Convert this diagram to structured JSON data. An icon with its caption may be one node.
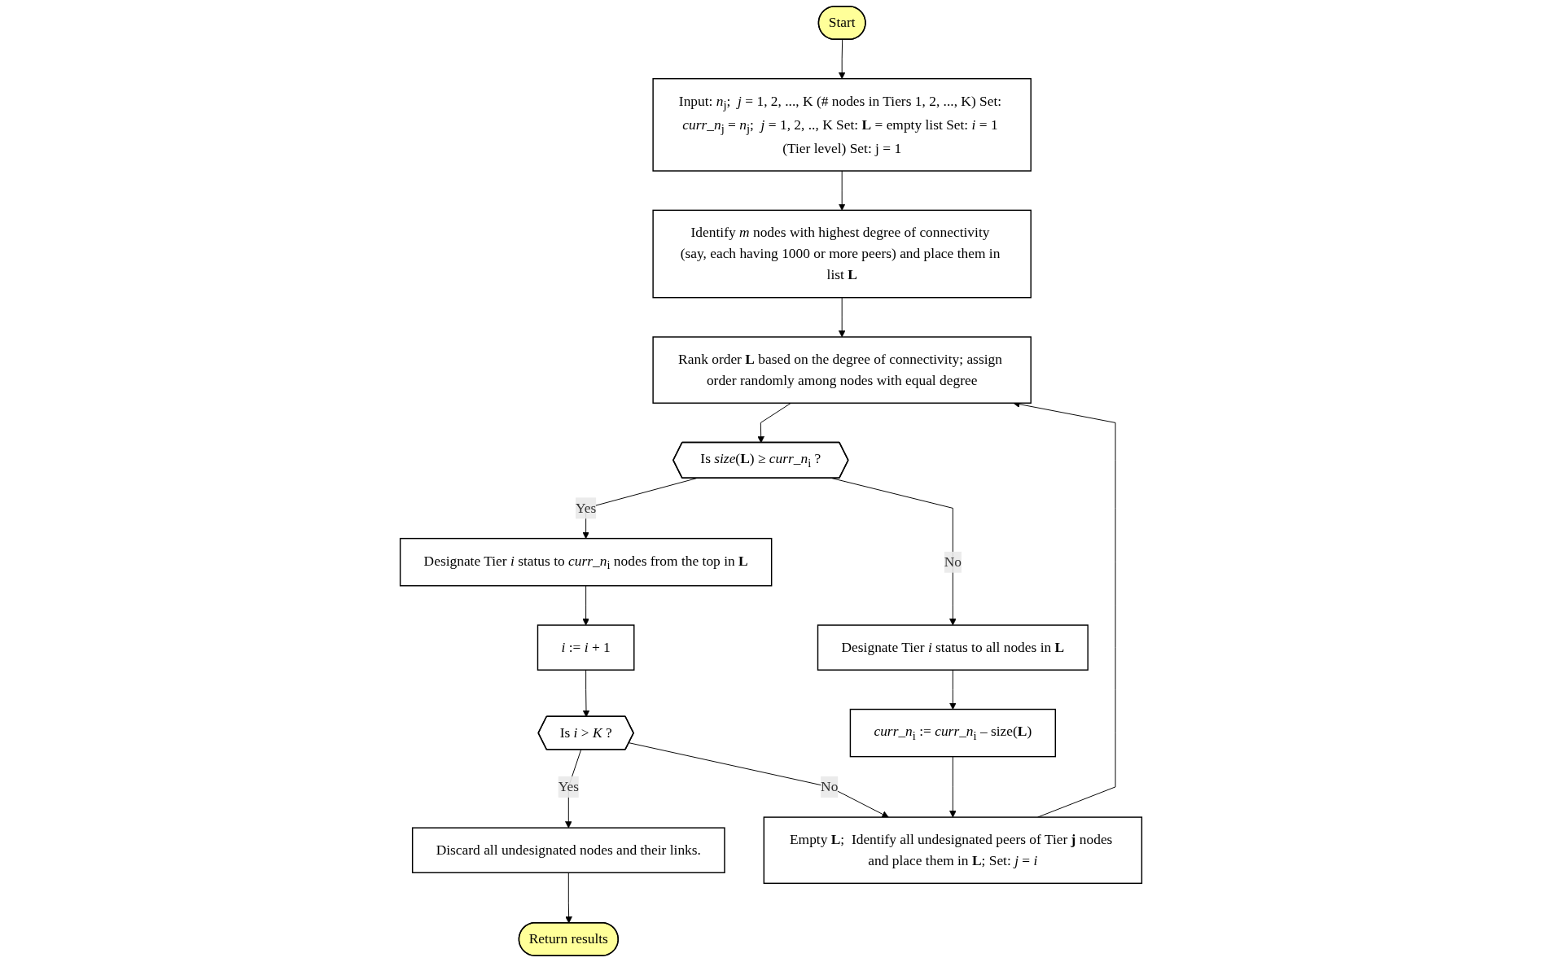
{
  "diagram": {
    "nodes": [
      {
        "text": [
          "Start"
        ]
      },
      {
        "text": [
          "Input: *n*$_{j}$;  *j* = 1, 2, ..., K (# nodes in Tiers 1, 2, ..., K) Set: *curr_n*$_{j}$ = *n*$_{j}$;  *j* = 1, 2, .., K Set: **L** = empty list Set: *i* = 1 (Tier level) Set: j = 1"
        ]
      },
      {
        "text": [
          "Identify *m* nodes with highest degree of connectivity (say, each having 1000 or more peers) and place them in list **L**"
        ]
      },
      {
        "text": [
          "Rank order **L** based on the degree of connectivity; assign order randomly among nodes with equal degree"
        ]
      },
      {
        "text": [
          "Is *size*(**L**) ≥ *curr_n*$_{i}$ ?"
        ]
      },
      {
        "text": [
          "Designate Tier *i* status to *curr_n*$_{i}$ nodes from the top in **L**"
        ]
      },
      {
        "text": [
          "Designate Tier *i* status to all nodes in **L**"
        ]
      },
      {
        "text": [
          "*i* := *i* + 1"
        ]
      },
      {
        "text": [
          "*curr_n*$_{i}$ := *curr_n*$_{i}$ – size(**L**)"
        ]
      },
      {
        "text": [
          "Is *i* >  *K* ?"
        ]
      },
      {
        "text": [
          "Discard all undesignated nodes and their links."
        ]
      },
      {
        "text": [
          "Return results"
        ]
      },
      {
        "text": [
          "Empty **L**;  Identify all undesignated peers of Tier **j** nodes and place them in **L**; Set: *j* = *i*"
        ]
      }
    ],
    "edges": [
      {
        "from": 0,
        "to": 1,
        "arrow": "to"
      },
      {
        "from": 1,
        "to": 2,
        "arrow": "to"
      },
      {
        "from": 2,
        "to": 3,
        "arrow": "to"
      },
      {
        "from": 3,
        "to": 4,
        "arrow": "to"
      },
      {
        "from": 4,
        "to": 5,
        "label": "Yes",
        "arrow": "to"
      },
      {
        "from": 4,
        "to": 6,
        "label": "No",
        "arrow": "to"
      },
      {
        "from": 5,
        "to": 7,
        "arrow": "to"
      },
      {
        "from": 6,
        "to": 8,
        "arrow": "to"
      },
      {
        "from": 7,
        "to": 9,
        "arrow": "to"
      },
      {
        "from": 9,
        "to": 10,
        "label": "Yes",
        "arrow": "to"
      },
      {
        "from": 9,
        "to": 12,
        "label": "No",
        "arrow": "to"
      },
      {
        "from": 8,
        "to": 12,
        "arrow": "to"
      },
      {
        "from": 10,
        "to": 11,
        "arrow": "to"
      },
      {
        "from": 12,
        "to": 3,
        "arrow": "to"
      }
    ]
  }
}
